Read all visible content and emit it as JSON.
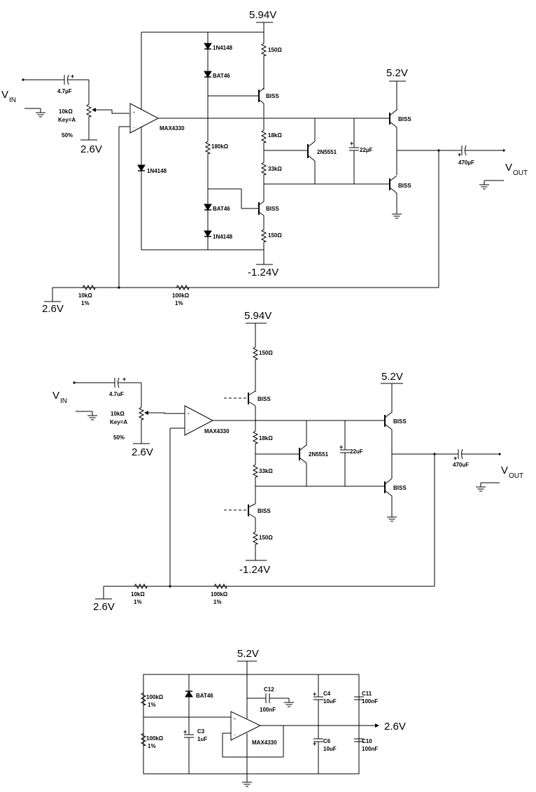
{
  "circuit1": {
    "supply_top": "5.94V",
    "supply_bottom": "-1.24V",
    "supply_right": "5.2V",
    "vin": "V",
    "vin_sub": "IN",
    "vout": "V",
    "vout_sub": "OUT",
    "c_in": "4.7µF",
    "pot_value": "10kΩ",
    "pot_key": "Key=A",
    "pot_pct": "50%",
    "bias": "2.6V",
    "opamp": "MAX4330",
    "d1": "1N4148",
    "d2": "BAT46",
    "d3": "1N4148",
    "d4": "BAT46",
    "d5": "1N4148",
    "r_top": "150Ω",
    "r_mid": "180kΩ",
    "r_bot": "150Ω",
    "r_18k": "18kΩ",
    "r_33k": "33kΩ",
    "q_vbe": "2N5551",
    "c_vbe": "22µF",
    "q1": "BISS",
    "q2": "BISS",
    "q3": "BISS",
    "q4": "BISS",
    "c_out": "470µF",
    "fb_bias": "2.6V",
    "r_fb1": "10kΩ",
    "r_fb1_tol": "1%",
    "r_fb2": "100kΩ",
    "r_fb2_tol": "1%"
  },
  "circuit2": {
    "supply_top": "5.94V",
    "supply_bottom": "-1.24V",
    "supply_right": "5.2V",
    "vin": "V",
    "vin_sub": "IN",
    "vout": "V",
    "vout_sub": "OUT",
    "c_in": "4.7uF",
    "pot_value": "10kΩ",
    "pot_key": "Key=A",
    "pot_pct": "50%",
    "bias": "2.6V",
    "opamp": "MAX4330",
    "r_top": "150Ω",
    "r_bot": "150Ω",
    "r_18k": "18kΩ",
    "r_33k": "33kΩ",
    "q_vbe": "2N5551",
    "c_vbe": "22uF",
    "q1": "BISS",
    "q2": "BISS",
    "q3": "BISS",
    "q4": "BISS",
    "c_out": "470uF",
    "fb_bias": "2.6V",
    "r_fb1": "10kΩ",
    "r_fb1_tol": "1%",
    "r_fb2": "100kΩ",
    "r_fb2_tol": "1%"
  },
  "circuit3": {
    "supply": "5.2V",
    "output": "2.6V",
    "r1": "100kΩ",
    "r1_tol": "1%",
    "r2": "100kΩ",
    "r2_tol": "1%",
    "d1": "BAT46",
    "c3_name": "C3",
    "c3_val": "1uF",
    "c12_name": "C12",
    "c12_val": "100nF",
    "c4_name": "C4",
    "c4_val": "10uF",
    "c6_name": "C6",
    "c6_val": "10uF",
    "c11_name": "C11",
    "c11_val": "100nF",
    "c10_name": "C10",
    "c10_val": "100nF",
    "opamp": "MAX4330"
  }
}
